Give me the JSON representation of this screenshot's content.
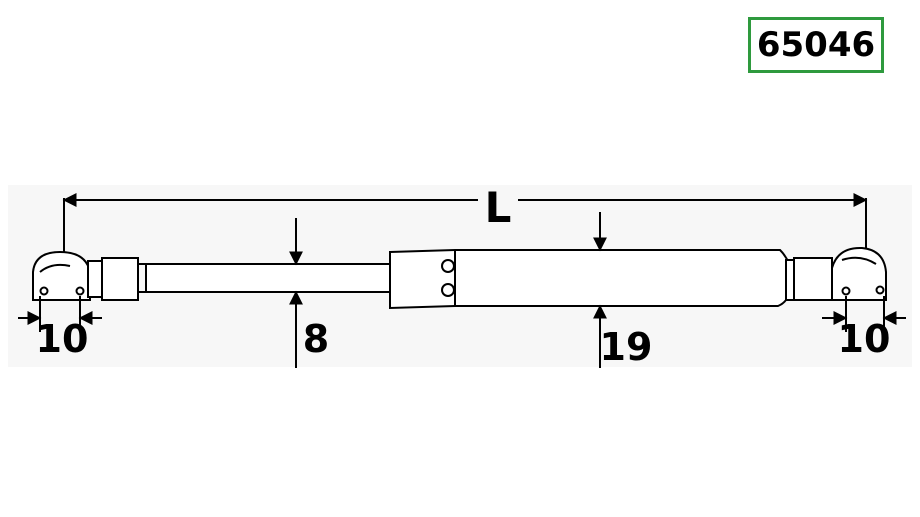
{
  "part_code": "65046",
  "colors": {
    "code_border": "#2e9a3e",
    "line": "#000000",
    "body_fill": "#ffffff"
  },
  "dimensions": {
    "overall_length_label": "L",
    "left_end_label": "10",
    "rod_diameter_label": "8",
    "tube_diameter_label": "19",
    "right_end_label": "10"
  }
}
